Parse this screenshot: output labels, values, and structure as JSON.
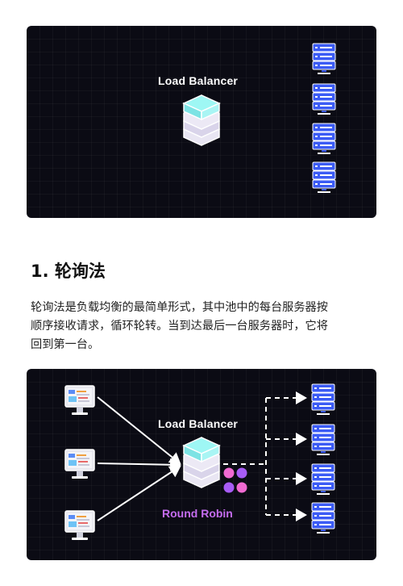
{
  "panel1": {
    "load_balancer_label": "Load Balancer",
    "icons": {
      "load_balancer": "stack-layers-icon",
      "servers": [
        "server-icon",
        "server-icon",
        "server-icon",
        "server-icon"
      ]
    }
  },
  "section": {
    "heading": "1. 轮询法",
    "paragraph_lines": [
      "轮询法是负载均衡的最简单形式，其中池中的每台服务器按",
      "顺序接收请求，循环轮转。当到达最后一台服务器时，它将",
      "回到第一台。"
    ]
  },
  "panel2": {
    "load_balancer_label": "Load Balancer",
    "algorithm_label": "Round Robin",
    "icons": {
      "clients": [
        "monitor-icon",
        "monitor-icon",
        "monitor-icon"
      ],
      "load_balancer": "stack-layers-icon",
      "algorithm": "four-dots-icon",
      "servers": [
        "server-icon",
        "server-icon",
        "server-icon",
        "server-icon"
      ]
    }
  },
  "colors": {
    "panel_bg": "#0b0b14",
    "server_blue": "#3b5bf5",
    "stack_cyan": "#8ff0f0",
    "algorithm_purple": "#c56cf0",
    "dot_pink": "#ee6bd0",
    "dot_purple": "#a45cf5"
  }
}
